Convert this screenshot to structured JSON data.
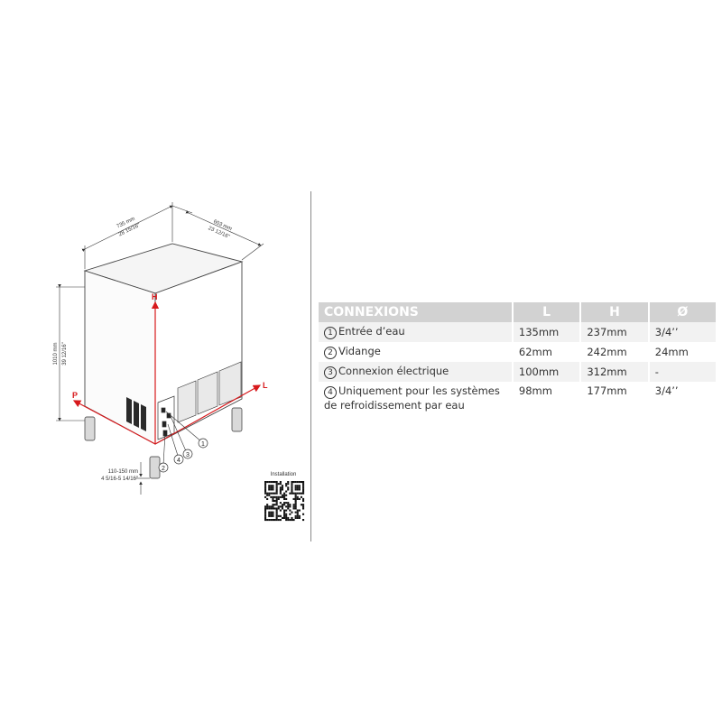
{
  "drawing": {
    "dims": {
      "width_mm": "735 mm",
      "width_in": "28 15/16\"",
      "depth_mm": "603 mm",
      "depth_in": "23 12/16\"",
      "height_mm": "1010 mm",
      "height_in": "39 12/16\"",
      "feet_mm": "110-150 mm",
      "feet_in": "4 5/16-5 14/16\""
    },
    "axis_labels": {
      "h": "H",
      "l": "L",
      "p": "P"
    },
    "callouts": [
      "1",
      "2",
      "3",
      "4"
    ],
    "qr_caption": "Installation"
  },
  "table": {
    "headers": {
      "connexions": "CONNEXIONS",
      "l": "L",
      "h": "H",
      "d": "Ø"
    },
    "rows": [
      {
        "num": "1",
        "label": "Entrée d’eau",
        "l": "135mm",
        "h": "237mm",
        "d": "3/4’’"
      },
      {
        "num": "2",
        "label": "Vidange",
        "l": "62mm",
        "h": "242mm",
        "d": "24mm"
      },
      {
        "num": "3",
        "label": "Connexion électrique",
        "l": "100mm",
        "h": "312mm",
        "d": "-"
      },
      {
        "num": "4",
        "label": "Uniquement pour les systèmes de refroidissement par eau",
        "l": "98mm",
        "h": "177mm",
        "d": "3/4’’"
      }
    ]
  },
  "colors": {
    "accent_red": "#d7191c",
    "header_gray": "#d2d2d2"
  }
}
